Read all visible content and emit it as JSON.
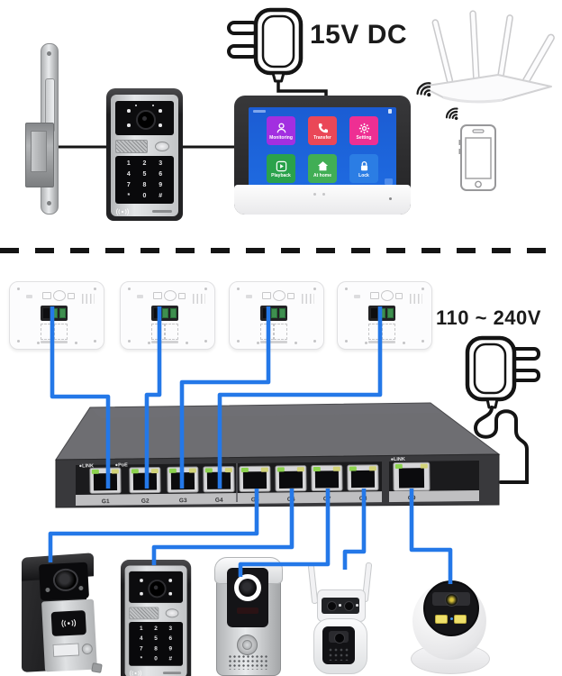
{
  "labels": {
    "dc_power": "15V DC",
    "ac_power": "110 ~ 240V"
  },
  "monitor": {
    "tiles": [
      {
        "label": "Monitoring",
        "color": "#a22fe0",
        "icon": "person-icon"
      },
      {
        "label": "Transfer",
        "color": "#ea4757",
        "icon": "phone-handset-icon"
      },
      {
        "label": "Setting",
        "color": "#ee2f93",
        "icon": "gear-icon"
      },
      {
        "label": "Playback",
        "color": "#2aa24b",
        "icon": "play-square-icon"
      },
      {
        "label": "At home",
        "color": "#41ae55",
        "icon": "house-icon"
      },
      {
        "label": "Lock",
        "color": "#2b7de4",
        "icon": "padlock-icon"
      }
    ]
  },
  "keypad": {
    "keys": [
      "1",
      "2",
      "3",
      "4",
      "5",
      "6",
      "7",
      "8",
      "9",
      "*",
      "0",
      "#"
    ]
  },
  "switch": {
    "ports": [
      "G1",
      "G2",
      "G3",
      "G4",
      "G5",
      "G6",
      "G7",
      "G8",
      "G9"
    ],
    "indicators": {
      "link_left": "●LINK",
      "poe": "●PoE",
      "link_right": "●LINK"
    }
  },
  "icons": {
    "wireless": [
      "wifi-waves-icon",
      "wifi-waves-icon"
    ],
    "power": [
      "dc-power-adapter-icon",
      "ac-power-adapter-icon"
    ],
    "contactless": "contactless-waves-icon"
  },
  "colors": {
    "cable_blue": "#2478e8",
    "wire_black": "#151515"
  }
}
